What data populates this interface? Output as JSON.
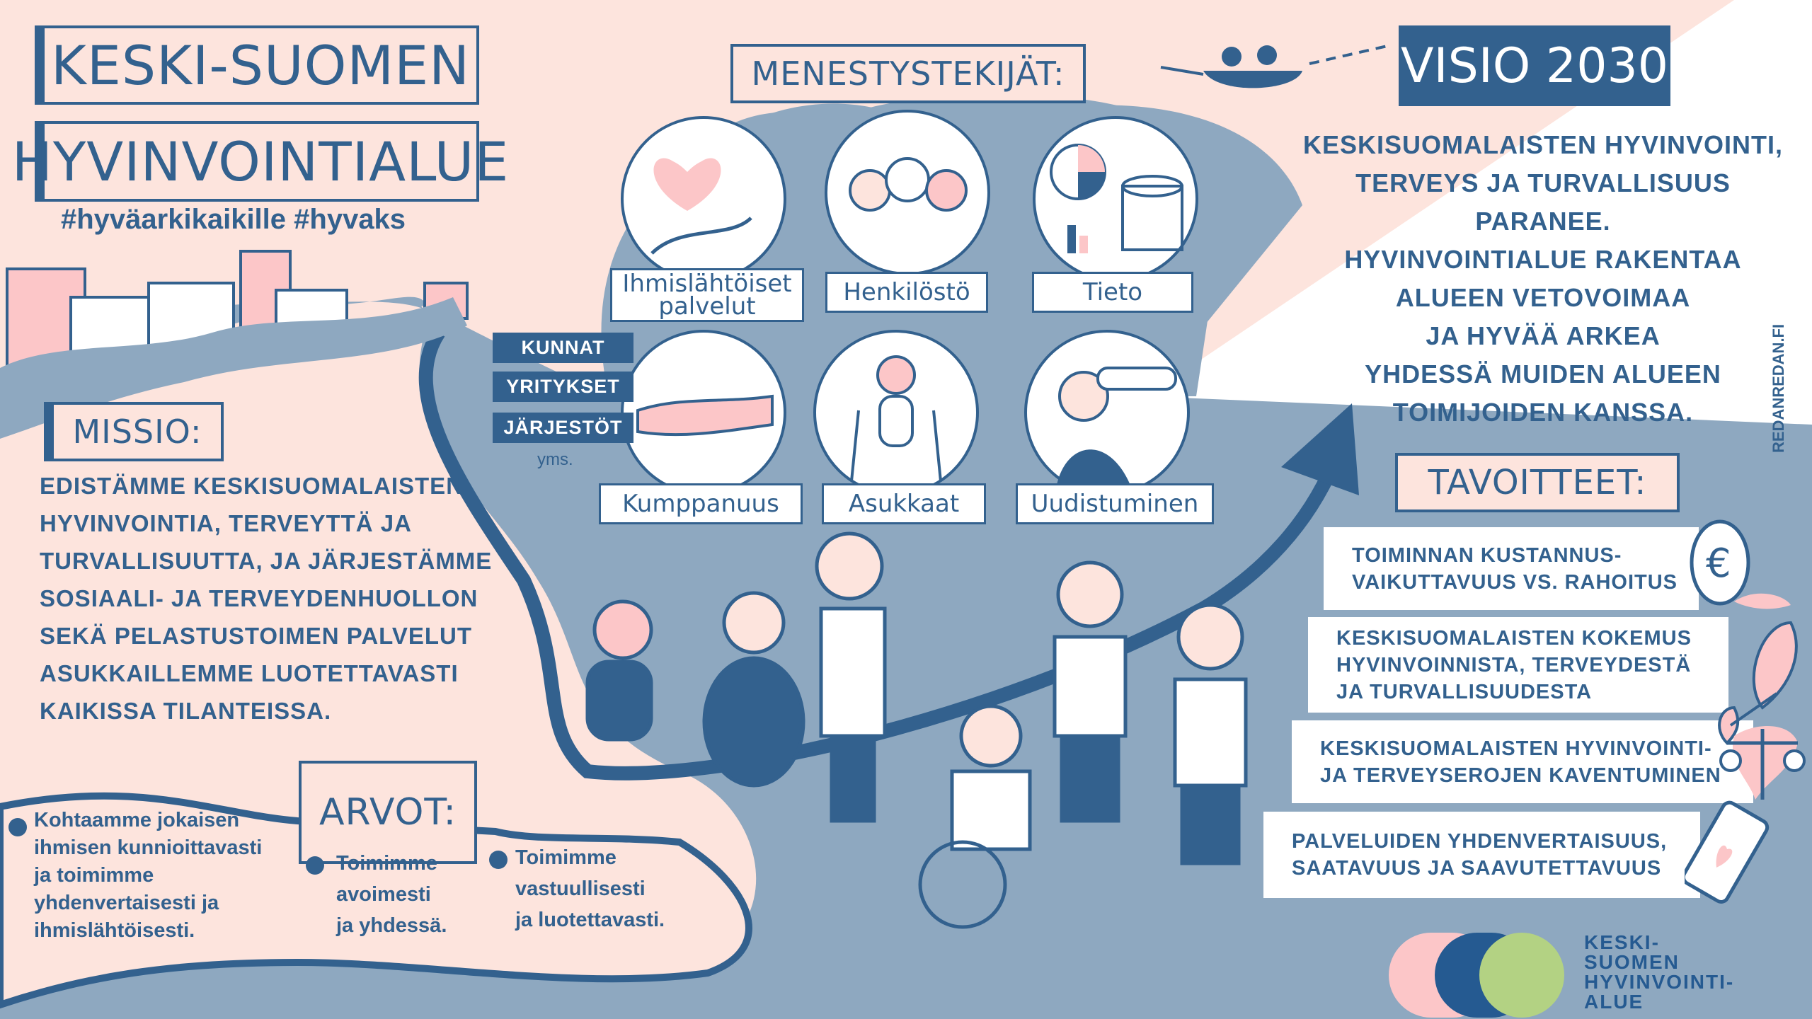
{
  "title": {
    "line1": "KESKI-SUOMEN",
    "line2": "HYVINVOINTIALUE",
    "hashtags": "#hyväarkikaikille #hyvaks"
  },
  "success_factors": {
    "heading": "MENESTYSTEKIJÄT:",
    "items": [
      {
        "label": "Ihmislähtöiset palvelut",
        "icon": "heart-hand-icon"
      },
      {
        "label": "Henkilöstö",
        "icon": "staff-people-icon"
      },
      {
        "label": "Tieto",
        "icon": "data-chart-icon"
      },
      {
        "label": "Kumppanuus",
        "icon": "handshake-icon"
      },
      {
        "label": "Asukkaat",
        "icon": "resident-walking-icon"
      },
      {
        "label": "Uudistuminen",
        "icon": "binoculars-icon"
      }
    ],
    "partners": [
      "KUNNAT",
      "YRITYKSET",
      "JÄRJESTÖT"
    ],
    "partners_more": "yms."
  },
  "vision": {
    "heading": "VISIO 2030",
    "lines": [
      "KESKISUOMALAISTEN HYVINVOINTI,",
      "TERVEYS JA TURVALLISUUS",
      "PARANEE.",
      "HYVINVOINTIALUE RAKENTAA",
      "ALUEEN VETOVOIMAA",
      "JA HYVÄÄ ARKEA",
      "YHDESSÄ MUIDEN ALUEEN",
      "TOIMIJOIDEN KANSSA."
    ]
  },
  "mission": {
    "heading": "MISSIO:",
    "lines": [
      "EDISTÄMME KESKISUOMALAISTEN",
      "HYVINVOINTIA, TERVEYTTÄ JA",
      "TURVALLISUUTTA, JA JÄRJESTÄMME",
      "SOSIAALI- JA TERVEYDENHUOLLON",
      "SEKÄ PELASTUSTOIMEN PALVELUT",
      "ASUKKAILLEMME LUOTETTAVASTI",
      "KAIKISSA TILANTEISSA."
    ]
  },
  "values": {
    "heading": "ARVOT:",
    "items": [
      {
        "lines": [
          "Kohtaamme jokaisen",
          "ihmisen kunnioittavasti",
          "ja toimimme",
          "yhdenvertaisesti ja",
          "ihmislähtöisesti."
        ]
      },
      {
        "lines": [
          "Toimimme",
          "avoimesti",
          "ja yhdessä."
        ]
      },
      {
        "lines": [
          "Toimimme",
          "vastuullisesti",
          "ja luotettavasti."
        ]
      }
    ]
  },
  "goals": {
    "heading": "TAVOITTEET:",
    "items": [
      {
        "lines": [
          "TOIMINNAN KUSTANNUS-",
          "VAIKUTTAVUUS VS. RAHOITUS"
        ],
        "icon": "euro-coin-icon"
      },
      {
        "lines": [
          "KESKISUOMALAISTEN KOKEMUS",
          "HYVINVOINNISTA, TERVEYDESTÄ",
          "JA TURVALLISUUDESTA"
        ],
        "icon": "hearts-arrow-icon"
      },
      {
        "lines": [
          "KESKISUOMALAISTEN HYVINVOINTI-",
          "JA TERVEYSEROJEN KAVENTUMINEN"
        ],
        "icon": "scales-icon"
      },
      {
        "lines": [
          "PALVELUIDEN YHDENVERTAISUUS,",
          "SAATAVUUS JA SAAVUTETTAVUUS"
        ],
        "icon": "phone-heart-icon"
      }
    ]
  },
  "logo": {
    "lines": [
      "KESKI-",
      "SUOMEN",
      "HYVINVOINTI-",
      "ALUE"
    ]
  },
  "credit": "REDANREDAN.FI",
  "colors": {
    "pink": "#fde4dd",
    "bluegrey": "#8ea8c0",
    "darkblue": "#33618e",
    "logo_pink": "#fcc6c8",
    "logo_blue": "#255a91",
    "logo_green": "#b3d283"
  }
}
